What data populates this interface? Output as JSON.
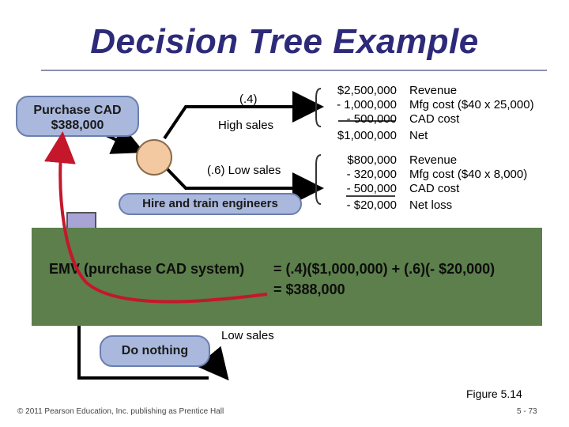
{
  "title": "Decision Tree Example",
  "nodes": {
    "purchase_cad": [
      "Purchase CAD",
      "$388,000"
    ],
    "hire_engineers": "Hire and train engineers",
    "do_nothing": "Do nothing"
  },
  "branch_labels": {
    "prob_high": "(.4)",
    "high_sales": "High sales",
    "low_sales_prob": "(.6) Low sales",
    "low_sales_bottom": "Low sales"
  },
  "outcomes": {
    "high": {
      "numbers": [
        "$2,500,000",
        "- 1,000,000",
        "- 500,000",
        "$1,000,000"
      ],
      "descriptions": [
        "Revenue",
        "Mfg cost ($40 x 25,000)",
        "CAD cost",
        "Net"
      ]
    },
    "low": {
      "numbers": [
        "$800,000",
        "- 320,000",
        "- 500,000",
        "- $20,000"
      ],
      "descriptions": [
        "Revenue",
        "Mfg cost ($40 x 8,000)",
        "CAD cost",
        "Net loss"
      ]
    }
  },
  "emv": {
    "line1_left": "EMV (purchase CAD system)",
    "line1_right": "= (.4)($1,000,000) + (.6)(- $20,000)",
    "line2_right": "= $388,000"
  },
  "figure_label": "Figure 5.14",
  "footer": {
    "copyright": "© 2011 Pearson Education, Inc. publishing as Prentice Hall",
    "page": "5 - 73"
  },
  "colors": {
    "title": "#2e2a7a",
    "node_fill": "#a9b8dc",
    "chance_node": "#f3c9a1",
    "decision_node": "#a9a4d6",
    "emv_box": "#5c7f4b",
    "arrow": "#c4172c"
  }
}
